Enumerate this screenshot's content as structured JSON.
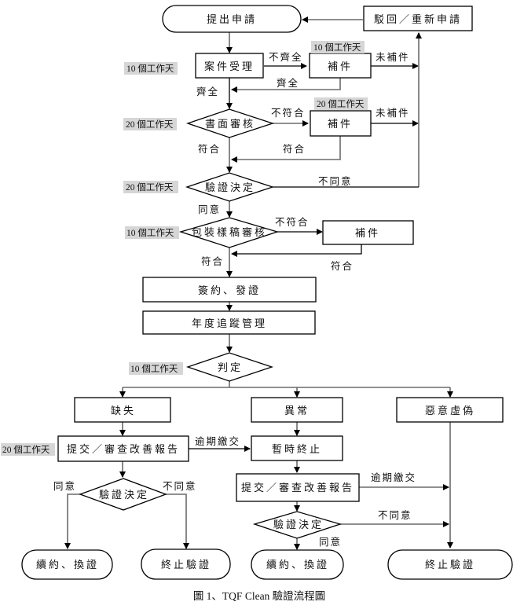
{
  "caption": "圖 1、TQF Clean 驗證流程圖",
  "nodes": {
    "submit": "提出申請",
    "rejected": "駁回／重新申請",
    "case_accept": "案件受理",
    "supplement_1": "補件",
    "doc_review": "書面審核",
    "supplement_2": "補件",
    "verify_decision_1": "驗證決定",
    "package_review": "包裝樣稿審核",
    "supplement_3": "補件",
    "sign_issue": "簽約、發證",
    "annual_tracking": "年度追蹤管理",
    "judgement": "判定",
    "deficiency": "缺失",
    "abnormal": "異常",
    "fraud": "惡意虛偽",
    "submit_report_1": "提交／審查改善報告",
    "suspend": "暫時終止",
    "submit_report_2": "提交／審查改善報告",
    "verify_decision_2": "驗證決定",
    "verify_decision_3": "驗證決定",
    "renew_1": "續約、換證",
    "terminate_1": "終止驗證",
    "renew_2": "續約、換證",
    "terminate_2": "終止驗證"
  },
  "badges": {
    "case_accept": "10 個工作天",
    "supplement_1": "10 個工作天",
    "doc_review": "20 個工作天",
    "supplement_2": "20 個工作天",
    "verify_decision_1": "20 個工作天",
    "package_review": "10 個工作天",
    "judgement": "10 個工作天",
    "submit_report_1": "20 個工作天"
  },
  "edge_labels": {
    "incomplete": "不齊全",
    "complete_back": "齊全",
    "complete": "齊全",
    "not_supplemented_1": "未補件",
    "nonconform_1": "不符合",
    "conform_back_1": "符合",
    "conform_1": "符合",
    "not_supplemented_2": "未補件",
    "disagree_1": "不同意",
    "agree_1": "同意",
    "nonconform_2": "不符合",
    "conform_2": "符合",
    "conform_back_2": "符合",
    "overdue_1": "逾期繳交",
    "overdue_2": "逾期繳交",
    "agree_2": "同意",
    "disagree_2": "不同意",
    "disagree_3": "不同意",
    "agree_3": "同意"
  }
}
